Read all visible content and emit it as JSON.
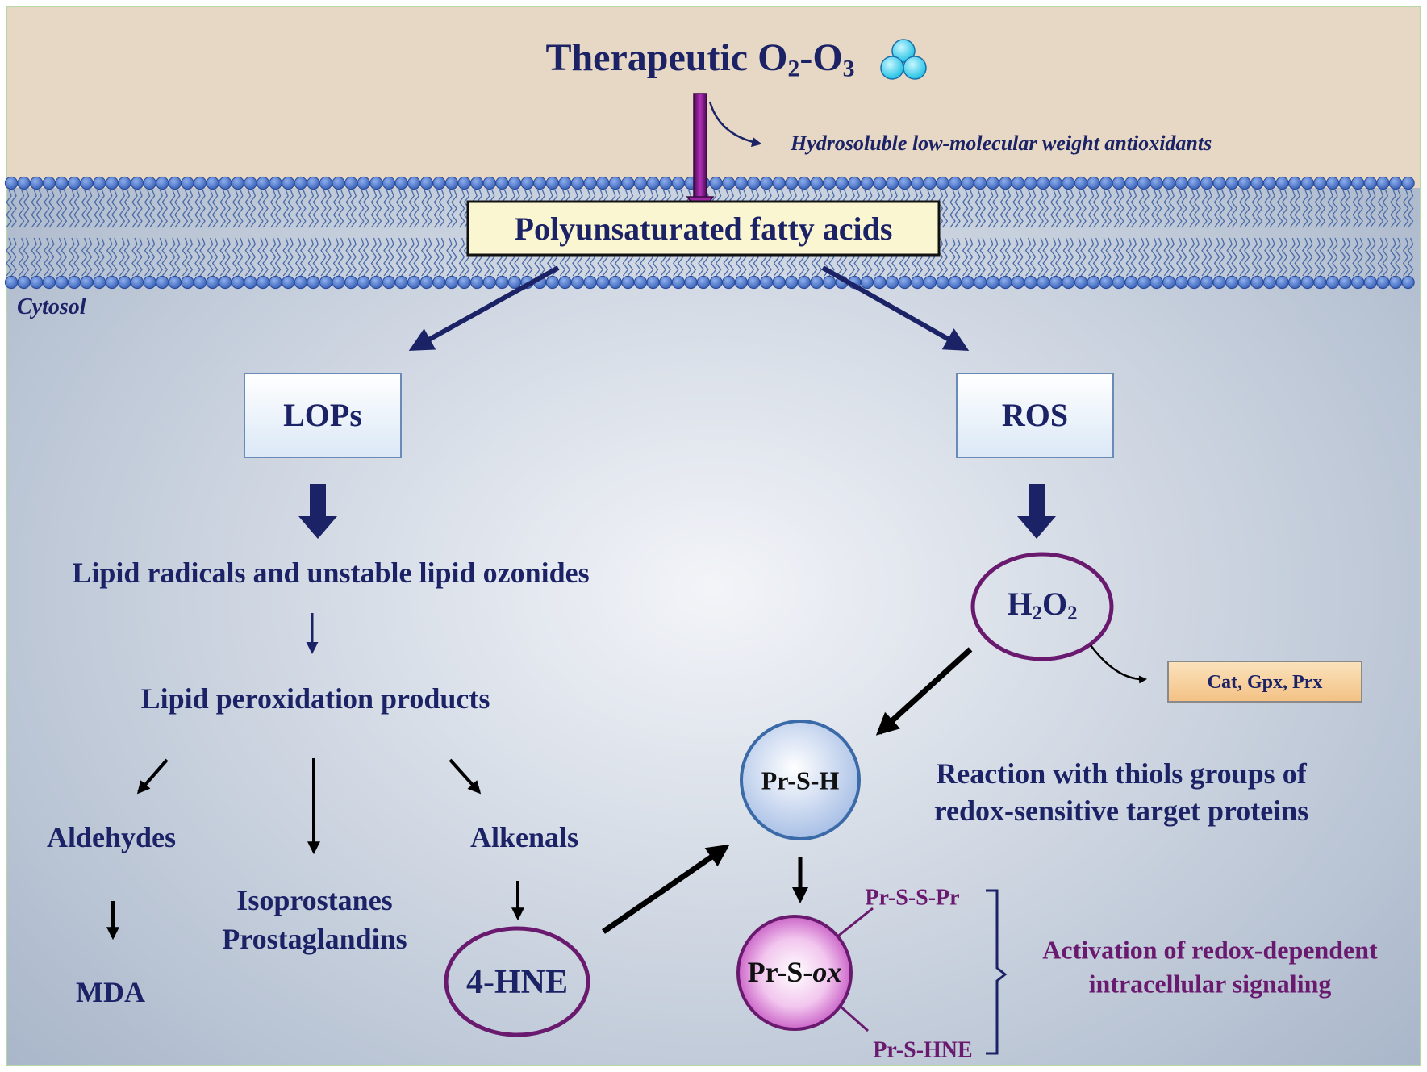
{
  "colors": {
    "navy": "#1b2266",
    "purple": "#6a1a6e",
    "membrane_blue": "#4a74c8",
    "extracellular": "#e6d8c4",
    "pufa_box": "#fbf6d2",
    "enzyme_box": "#f6cb92",
    "ozone_cyan": "#3fd3ec"
  },
  "header": {
    "title_main": "Therapeutic O",
    "title_sub1": "2",
    "title_dash": "-O",
    "title_sub2": "3",
    "antioxidants": "Hydrosoluble low-molecular weight antioxidants"
  },
  "membrane": {
    "pufa": "Polyunsaturated fatty acids",
    "cytosol": "Cytosol"
  },
  "left": {
    "lops": "LOPs",
    "lipid_radicals": "Lipid radicals and unstable lipid ozonides",
    "lpo_products": "Lipid peroxidation products",
    "aldehydes": "Aldehydes",
    "mda": "MDA",
    "isoprostanes": "Isoprostanes",
    "prostaglandins": "Prostaglandins",
    "alkenals": "Alkenals",
    "hne": "4-HNE"
  },
  "right": {
    "ros": "ROS",
    "h2o2_h": "H",
    "h2o2_sub1": "2",
    "h2o2_o": "O",
    "h2o2_sub2": "2",
    "enzymes": "Cat, Gpx, Prx",
    "prsh": "Pr-S-H",
    "thiols_line1": "Reaction with thiols groups of",
    "thiols_line2": "redox-sensitive target proteins",
    "prsox_prefix": "Pr-S-",
    "prsox_suffix": "ox",
    "prssp": "Pr-S-S-Pr",
    "prshne": "Pr-S-HNE",
    "activation_line1": "Activation of redox-dependent",
    "activation_line2": "intracellular signaling"
  }
}
